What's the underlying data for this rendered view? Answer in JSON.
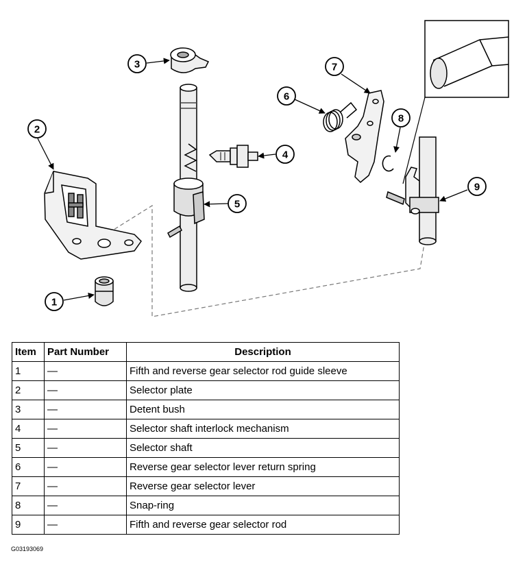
{
  "callouts": [
    "1",
    "2",
    "3",
    "4",
    "5",
    "6",
    "7",
    "8",
    "9"
  ],
  "table": {
    "headers": [
      "Item",
      "Part Number",
      "Description"
    ],
    "rows": [
      {
        "item": "1",
        "part": "—",
        "desc": "Fifth and reverse gear selector rod guide sleeve"
      },
      {
        "item": "2",
        "part": "—",
        "desc": "Selector plate"
      },
      {
        "item": "3",
        "part": "—",
        "desc": "Detent bush"
      },
      {
        "item": "4",
        "part": "—",
        "desc": "Selector shaft interlock mechanism"
      },
      {
        "item": "5",
        "part": "—",
        "desc": "Selector shaft"
      },
      {
        "item": "6",
        "part": "—",
        "desc": "Reverse gear selector lever return spring"
      },
      {
        "item": "7",
        "part": "—",
        "desc": "Reverse gear selector lever"
      },
      {
        "item": "8",
        "part": "—",
        "desc": "Snap-ring"
      },
      {
        "item": "9",
        "part": "—",
        "desc": "Fifth and reverse gear selector rod"
      }
    ]
  },
  "figure_id": "G03193069"
}
